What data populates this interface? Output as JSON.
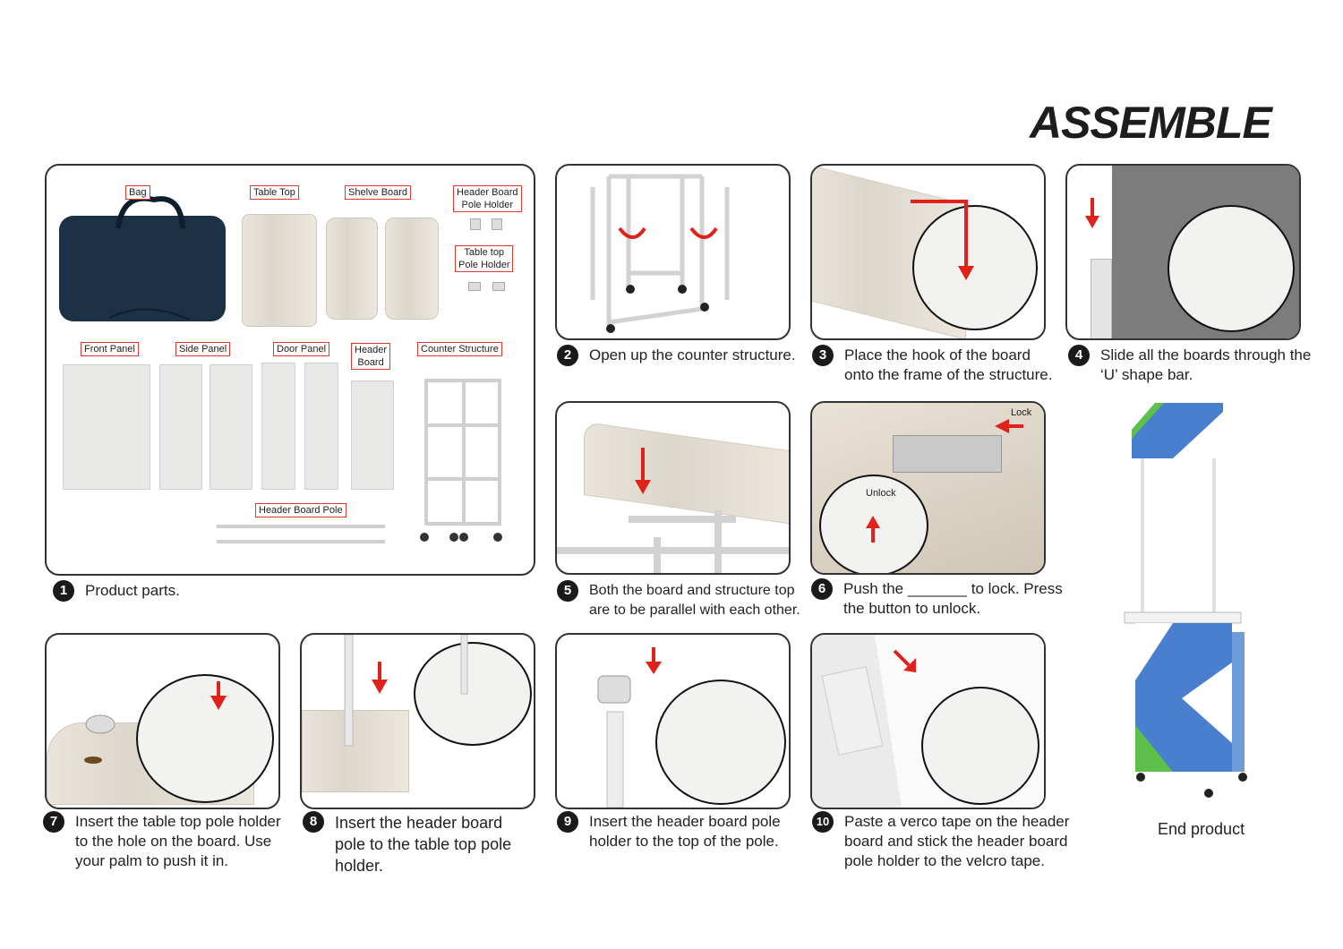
{
  "title": "ASSEMBLE",
  "parts": {
    "bag": "Bag",
    "table_top": "Table Top",
    "shelve_board": "Shelve Board",
    "header_board_pole_holder": "Header Board\nPole Holder",
    "table_top_pole_holder": "Table top\nPole Holder",
    "front_panel": "Front Panel",
    "side_panel": "Side Panel",
    "door_panel": "Door Panel",
    "header_board": "Header\nBoard",
    "counter_structure": "Counter Structure",
    "header_board_pole": "Header Board Pole"
  },
  "steps": [
    {
      "num": "1",
      "text": "Product parts."
    },
    {
      "num": "2",
      "text": "Open up the counter structure."
    },
    {
      "num": "3",
      "text": "Place the hook of the board\nonto the frame of the structure."
    },
    {
      "num": "4",
      "text": "Slide all the boards through the\n‘U’ shape bar."
    },
    {
      "num": "5",
      "text": "Both the board and structure top\nare to be parallel with each other."
    },
    {
      "num": "6",
      "text": "Push the _______ to lock. Press\nthe button to unlock."
    },
    {
      "num": "7",
      "text": "Insert the table top pole holder\nto the hole on the board. Use\nyour palm to push it in."
    },
    {
      "num": "8",
      "text": "Insert the header board\npole to the table top pole\nholder."
    },
    {
      "num": "9",
      "text": "Insert the header board pole\nholder to the top of the pole."
    },
    {
      "num": "10",
      "text": "Paste a verco tape on the header\nboard and stick the header board\npole holder to the velcro tape."
    }
  ],
  "lock_label": "Lock",
  "unlock_label": "Unlock",
  "end_product": "End product",
  "colors": {
    "arrow": "#e0221b",
    "label_border": "#e03a2a",
    "bag": "#1d3146",
    "brand_blue": "#4a7fcf",
    "brand_green": "#5cc04a"
  }
}
